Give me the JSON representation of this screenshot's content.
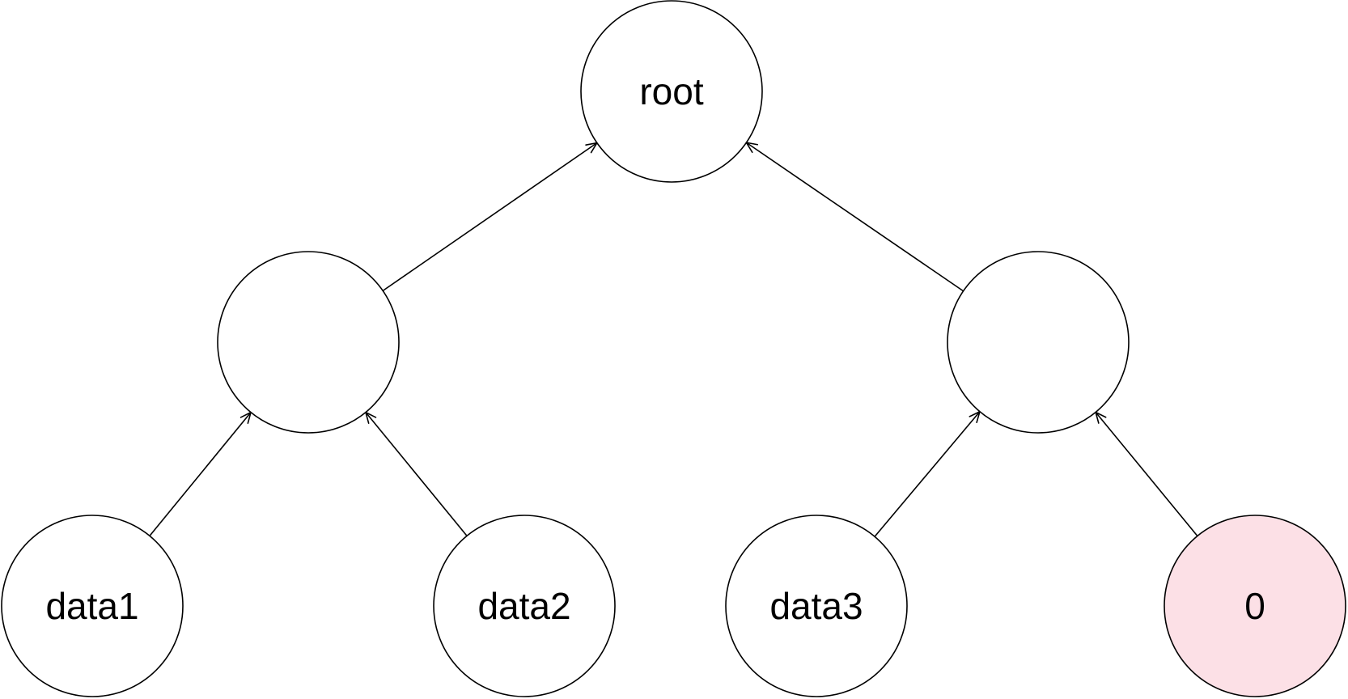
{
  "diagram": {
    "nodes": [
      {
        "id": "root",
        "label": "root",
        "fill": "#ffffff"
      },
      {
        "id": "left-internal",
        "label": "",
        "fill": "#ffffff"
      },
      {
        "id": "right-internal",
        "label": "",
        "fill": "#ffffff"
      },
      {
        "id": "data1",
        "label": "data1",
        "fill": "#ffffff"
      },
      {
        "id": "data2",
        "label": "data2",
        "fill": "#ffffff"
      },
      {
        "id": "data3",
        "label": "data3",
        "fill": "#ffffff"
      },
      {
        "id": "zero",
        "label": "0",
        "fill": "#fce0e6"
      }
    ],
    "edges": [
      {
        "from": "left-internal",
        "to": "root"
      },
      {
        "from": "right-internal",
        "to": "root"
      },
      {
        "from": "data1",
        "to": "left-internal"
      },
      {
        "from": "data2",
        "to": "left-internal"
      },
      {
        "from": "data3",
        "to": "right-internal"
      },
      {
        "from": "zero",
        "to": "right-internal"
      }
    ],
    "colors": {
      "stroke": "#000000",
      "highlight_fill": "#fce0e6",
      "default_fill": "#ffffff"
    }
  }
}
